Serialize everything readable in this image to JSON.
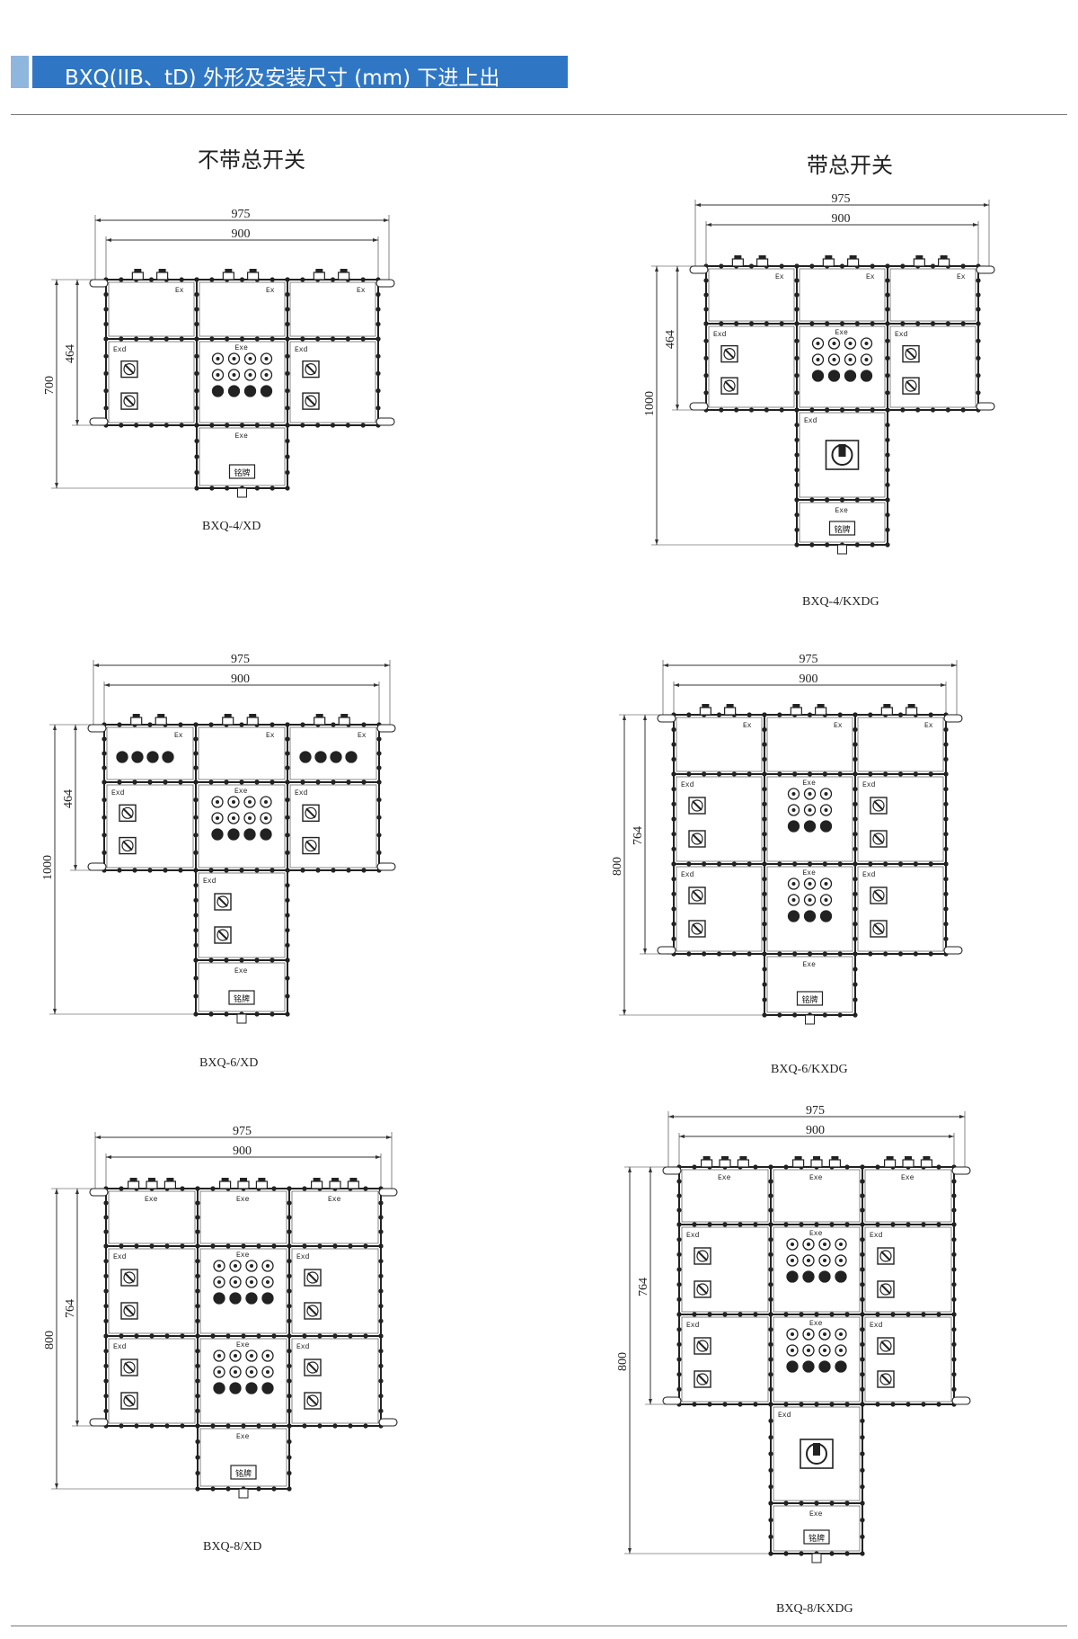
{
  "header": {
    "title": "BXQ(IIB、tD) 外形及安装尺寸 (mm) 下进上出",
    "accent_color": "#2f77c4",
    "accent_light": "#8fb6dd"
  },
  "columns": {
    "left_title": "不带总开关",
    "right_title": "带总开关"
  },
  "labels": {
    "exd": "Exd",
    "exe": "Exe",
    "ex": "Ex",
    "nameplate": "铭牌"
  },
  "figures": [
    {
      "model": "BXQ-4/XD",
      "overall_width": "975",
      "mount_width": "900",
      "height": "700",
      "inner_height": "464"
    },
    {
      "model": "BXQ-4/KXDG",
      "overall_width": "975",
      "mount_width": "900",
      "height": "1000",
      "inner_height": "464"
    },
    {
      "model": "BXQ-6/XD",
      "overall_width": "975",
      "mount_width": "900",
      "height": "1000",
      "inner_height": "464"
    },
    {
      "model": "BXQ-6/KXDG",
      "overall_width": "975",
      "mount_width": "900",
      "height": "800",
      "inner_height": "764"
    },
    {
      "model": "BXQ-8/XD",
      "overall_width": "975",
      "mount_width": "900",
      "height": "800",
      "inner_height": "764"
    },
    {
      "model": "BXQ-8/KXDG",
      "overall_width": "975",
      "mount_width": "900",
      "height": "800",
      "inner_height": "764"
    }
  ]
}
